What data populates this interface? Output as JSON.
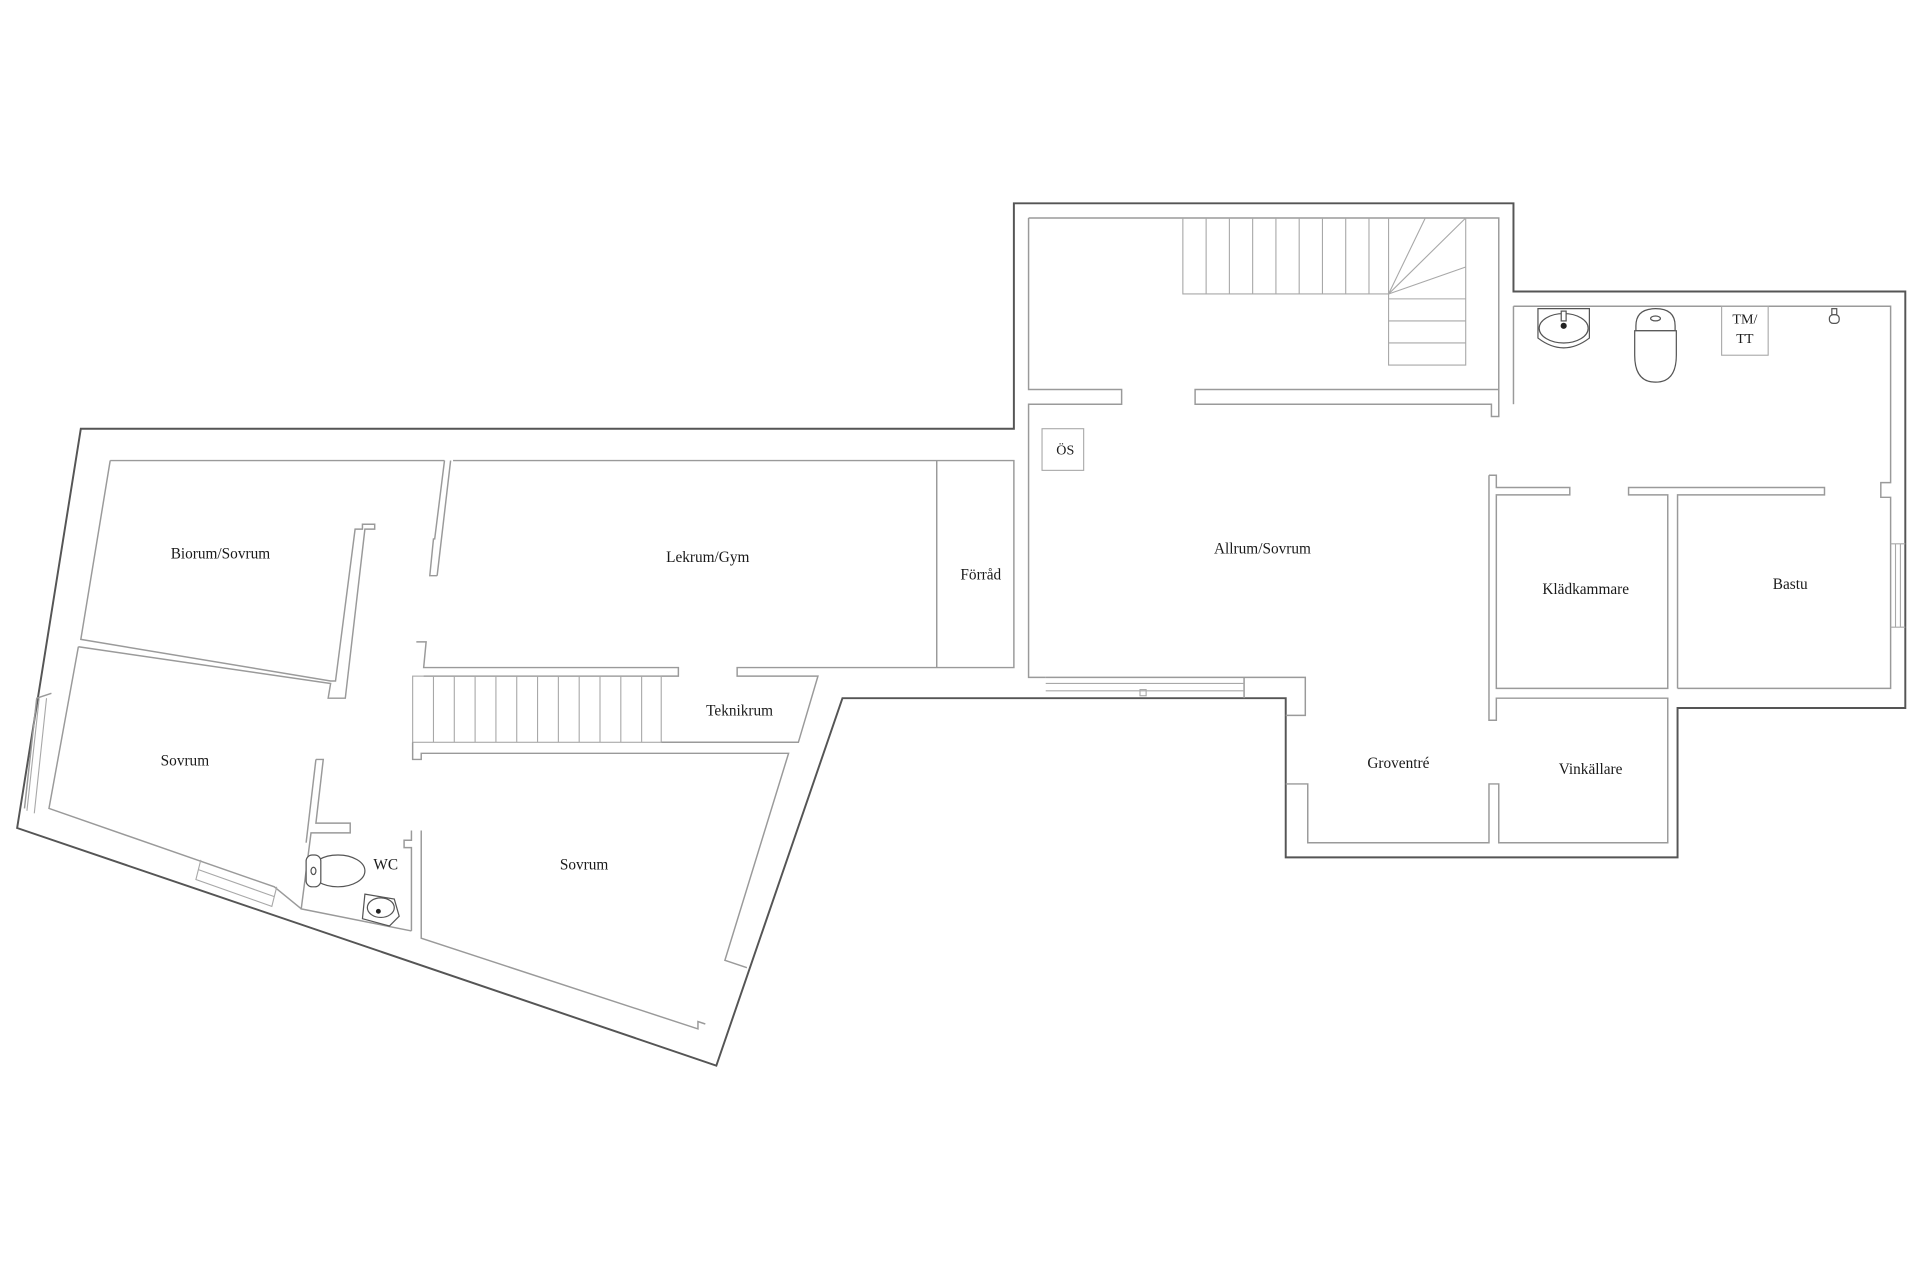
{
  "plan": {
    "type": "floor-plan",
    "view": "basement level",
    "colors": {
      "background": "#ffffff",
      "outer_wall": "#555555",
      "inner_wall": "#9a9a9a",
      "text": "#1a1a1a"
    },
    "rooms": {
      "biorum": "Biorum/Sovrum",
      "lekrum": "Lekrum/Gym",
      "forrad": "Förråd",
      "sovrum_left": "Sovrum",
      "teknikrum": "Teknikrum",
      "wc": "WC",
      "sovrum_bottom": "Sovrum",
      "allrum": "Allrum/Sovrum",
      "kladkammare": "Klädkammare",
      "bastu": "Bastu",
      "groventre": "Groventré",
      "vinkallare": "Vinkällare"
    },
    "fixtures": {
      "os": "ÖS",
      "tm_line1": "TM/",
      "tm_line2": "TT"
    },
    "stairs": [
      {
        "name": "upper-staircase",
        "steps_straight": 9,
        "steps_winder": 4,
        "steps_return": 3
      },
      {
        "name": "lower-staircase",
        "steps_straight": 12
      }
    ]
  }
}
